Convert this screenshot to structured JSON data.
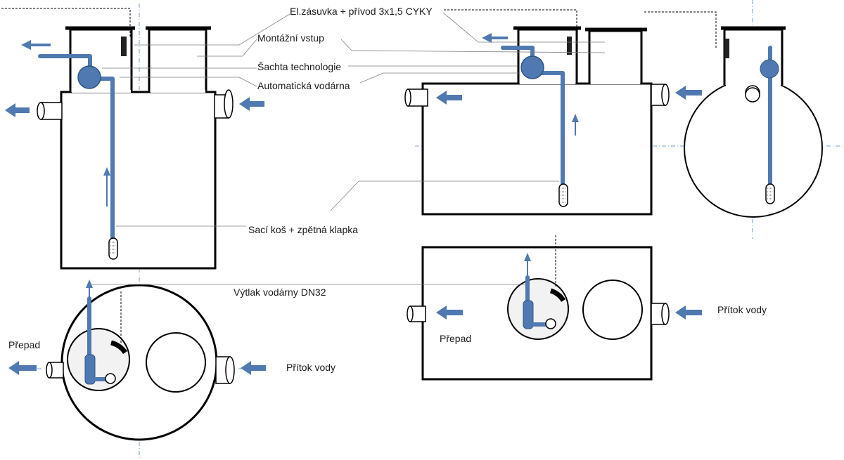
{
  "labels": {
    "el_socket": "El.zásuvka + přívod 3x1,5 CYKY",
    "mounting_entry": "Montážní vstup",
    "tech_shaft": "Šachta technologie",
    "auto_pump": "Automatická vodárna",
    "suction_basket": "Sací koš + zpětná klapka",
    "pump_outlet": "Výtlak vodárny DN32",
    "overflow_left": "Přepad",
    "inflow_left": "Přítok vody",
    "overflow_right": "Přepad",
    "inflow_right": "Přítok vody"
  },
  "colors": {
    "pipe": "#4f79b0",
    "axis": "#4a86c8",
    "outline": "#000000",
    "leader": "#7f7f7f",
    "shaft_fill": "#f2f2f2"
  },
  "icons": {
    "flow_arrow": "arrow-icon",
    "pump": "pump-icon",
    "strainer": "strainer-icon",
    "socket": "socket-icon"
  }
}
